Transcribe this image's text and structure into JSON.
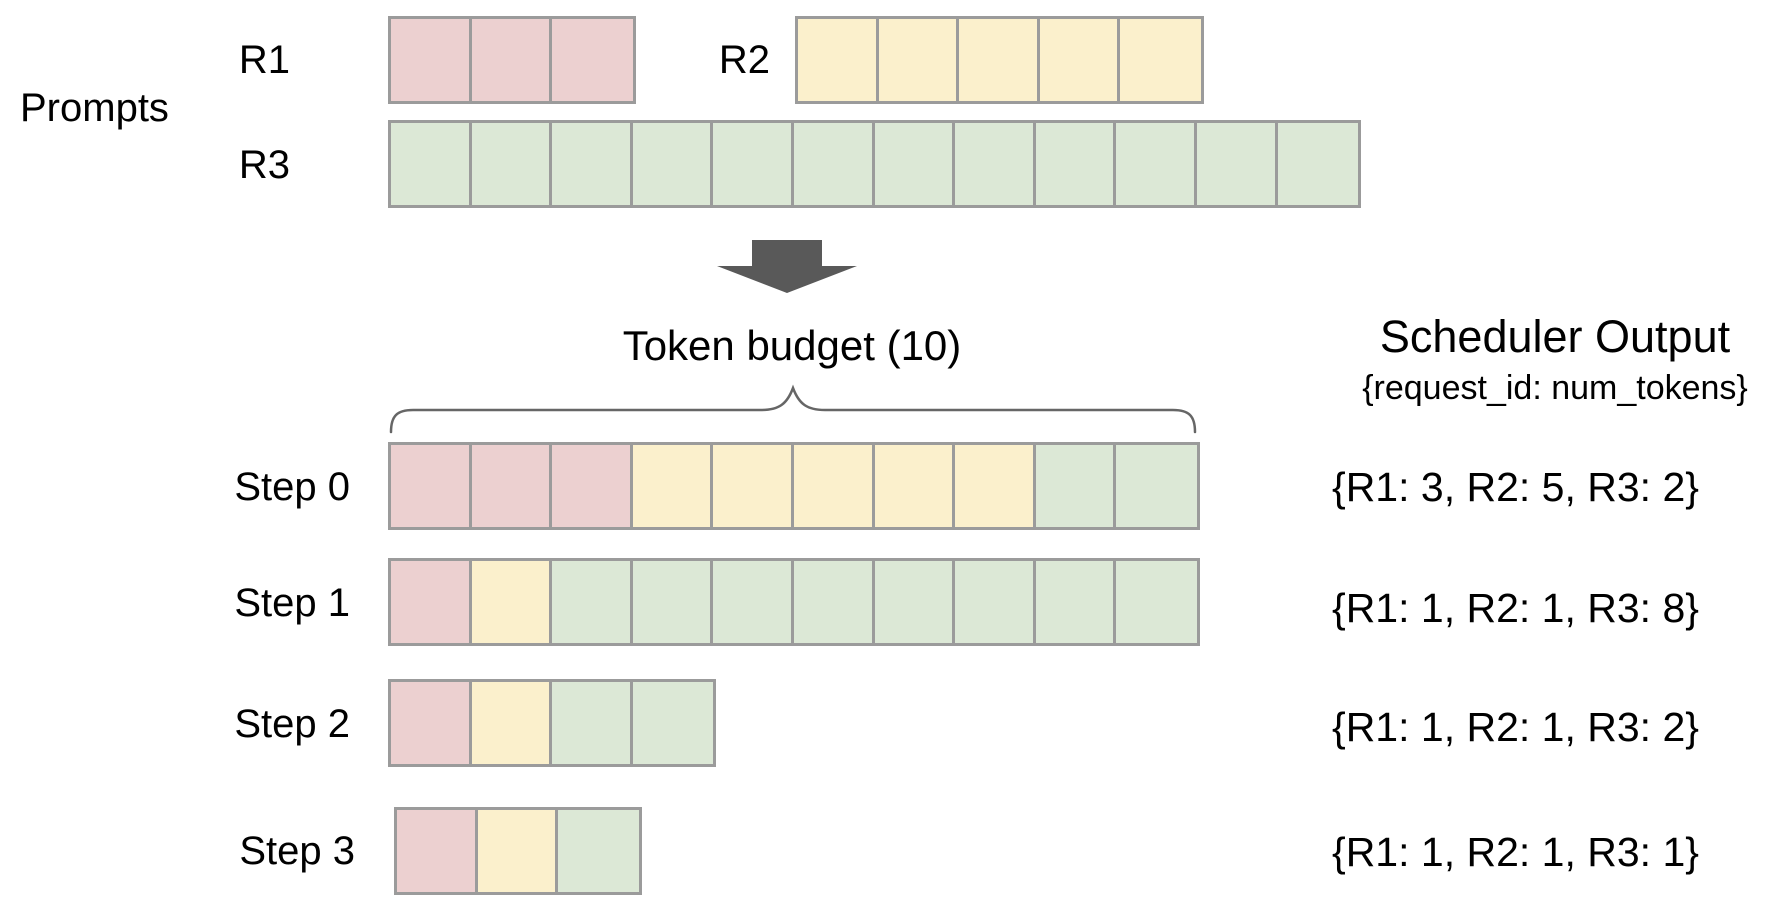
{
  "colors": {
    "r1": "#ecd0d0",
    "r2": "#fbf0cc",
    "r3": "#dce8d6",
    "cell_border": "#9b9b9b",
    "arrow": "#595959",
    "brace": "#666666",
    "background": "#ffffff"
  },
  "prompts": {
    "label": "Prompts",
    "requests": [
      {
        "id": "R1",
        "label": "R1",
        "color": "r1",
        "tokens": 3
      },
      {
        "id": "R2",
        "label": "R2",
        "color": "r2",
        "tokens": 5
      },
      {
        "id": "R3",
        "label": "R3",
        "color": "r3",
        "tokens": 12
      }
    ]
  },
  "prompt_rows": {
    "r1": [
      {
        "color": "r1",
        "count": 3
      }
    ],
    "r2": [
      {
        "color": "r2",
        "count": 5
      }
    ],
    "r3": [
      {
        "color": "r3",
        "count": 12
      }
    ]
  },
  "token_budget": {
    "label": "Token budget (10)",
    "value": 10
  },
  "scheduler": {
    "title": "Scheduler Output",
    "subtitle": "{request_id: num_tokens}"
  },
  "steps": [
    {
      "label": "Step 0",
      "segments": [
        {
          "color": "r1",
          "count": 3
        },
        {
          "color": "r2",
          "count": 5
        },
        {
          "color": "r3",
          "count": 2
        }
      ],
      "output": "{R1: 3, R2: 5, R3: 2}"
    },
    {
      "label": "Step 1",
      "segments": [
        {
          "color": "r1",
          "count": 1
        },
        {
          "color": "r2",
          "count": 1
        },
        {
          "color": "r3",
          "count": 8
        }
      ],
      "output": "{R1: 1, R2: 1, R3: 8}"
    },
    {
      "label": "Step 2",
      "segments": [
        {
          "color": "r1",
          "count": 1
        },
        {
          "color": "r2",
          "count": 1
        },
        {
          "color": "r3",
          "count": 2
        }
      ],
      "output": "{R1: 1, R2: 1, R3: 2}"
    },
    {
      "label": "Step 3",
      "segments": [
        {
          "color": "r1",
          "count": 1
        },
        {
          "color": "r2",
          "count": 1
        },
        {
          "color": "r3",
          "count": 1
        }
      ],
      "output": "{R1: 1, R2: 1, R3: 1}"
    }
  ]
}
